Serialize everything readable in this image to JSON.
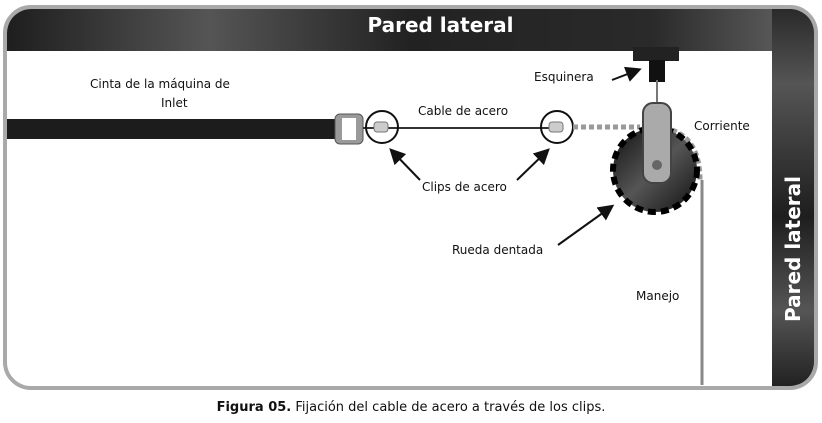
{
  "walls": {
    "top": "Pared lateral",
    "side": "Pared lateral"
  },
  "labels": {
    "machine_strap": "Cinta de la máquina de",
    "machine_strap_line2": "Inlet",
    "steel_cable": "Cable de acero",
    "corner": "Esquinera",
    "chain": "Corriente",
    "steel_clips": "Clips de acero",
    "sprocket": "Rueda dentada",
    "handle": "Manejo"
  },
  "caption": {
    "figure": "Figura 05.",
    "text": " Fijación del cable de acero a través de los clips."
  }
}
